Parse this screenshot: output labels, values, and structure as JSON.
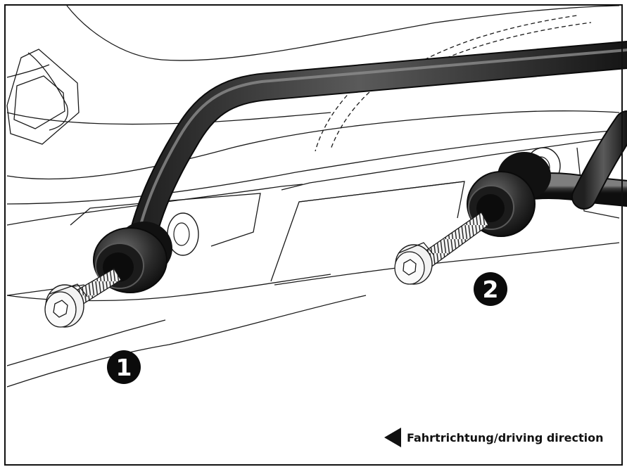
{
  "figure": {
    "step_markers": [
      "1",
      "2"
    ],
    "direction_label": "Fahrtrichtung/driving direction",
    "colors": {
      "tube_dark": "#141414",
      "tube_mid": "#4a4a4a",
      "tube_light": "#7e7e7e",
      "line": "#1a1a1a",
      "marker_fill": "#0b0b0b",
      "bolt_face": "#f2f2f2"
    },
    "icons": [
      "left-triangle-arrow-icon",
      "hex-socket-bolt-icon"
    ]
  }
}
